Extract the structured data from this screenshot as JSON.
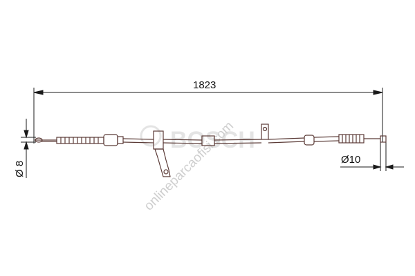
{
  "diagram": {
    "length_dimension": "1823",
    "left_end_diameter": "Ø 8",
    "right_end_diameter": "Ø10"
  },
  "watermark": {
    "brand_text": "BOSCH",
    "site_text": "onlineparcaofisi.com"
  },
  "colors": {
    "line": "#1a1a1a",
    "cable": "#5a3a36",
    "watermark": "#cfcfcf"
  }
}
